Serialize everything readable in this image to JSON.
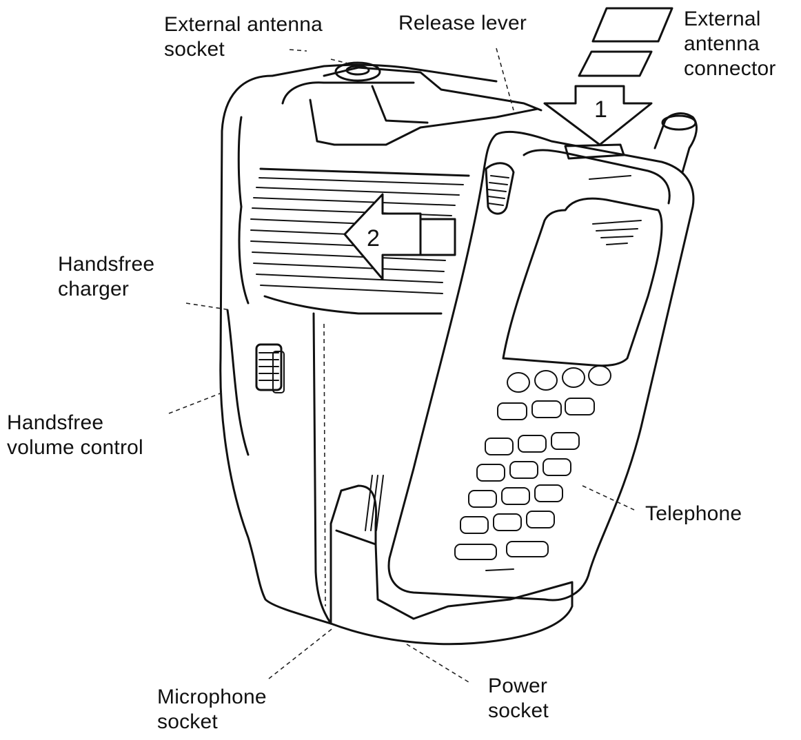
{
  "labels": {
    "external_antenna_socket": [
      "External antenna",
      "socket"
    ],
    "release_lever": [
      "Release lever"
    ],
    "external_antenna_connector": [
      "External",
      "antenna",
      "connector"
    ],
    "handsfree_charger": [
      "Handsfree",
      "charger"
    ],
    "handsfree_volume_control": [
      "Handsfree",
      "volume control"
    ],
    "telephone": [
      "Telephone"
    ],
    "microphone_socket": [
      "Microphone",
      "socket"
    ],
    "power_socket": [
      "Power",
      "socket"
    ]
  },
  "steps": {
    "step1": "1",
    "step2": "2"
  }
}
